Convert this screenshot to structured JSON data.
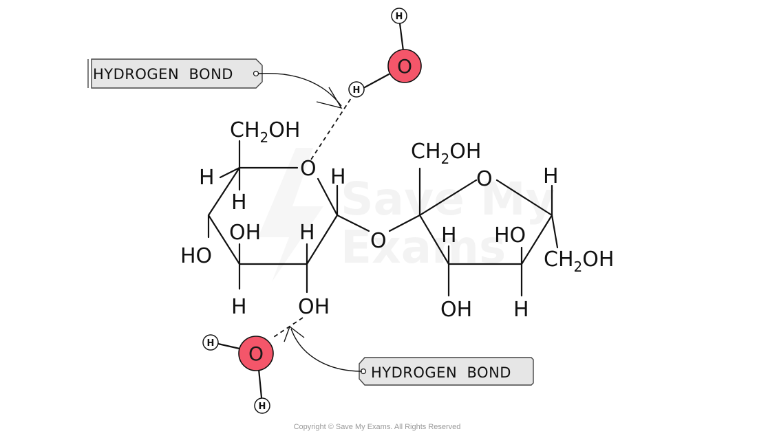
{
  "diagram": {
    "watermark_line1": "Save My",
    "watermark_line2": "Exams",
    "copyright": "Copyright © Save My Exams. All Rights Reserved",
    "colors": {
      "oxygen_fill": "#f4566a",
      "label_fill": "#e6e6e6",
      "line": "#111111"
    },
    "labels": {
      "hydrogen_bond_top": "HYDROGEN  BOND",
      "hydrogen_bond_bottom": "HYDROGEN  BOND"
    },
    "water_top": {
      "o": "O",
      "h1": "H",
      "h2": "H"
    },
    "water_bottom": {
      "o": "O",
      "h1": "H",
      "h2": "H"
    },
    "glucose": {
      "ch2oh_main": "CH",
      "ch2oh_sub": "2",
      "ch2oh_end": "OH",
      "ring_o": "O",
      "h_c5_left": "H",
      "h_c5_below": "H",
      "h_c1": "H",
      "ho_c4": "HO",
      "oh_c3": "OH",
      "h_c2": "H",
      "h_c4_below": "H",
      "oh_c2": "OH"
    },
    "glycosidic_o": "O",
    "fructose": {
      "ch2oh_top_main": "CH",
      "ch2oh_top_sub": "2",
      "ch2oh_top_end": "OH",
      "ring_o": "O",
      "h_c5_top": "H",
      "h_c3": "H",
      "ho_c4": "HO",
      "ch2oh_right_main": "CH",
      "ch2oh_right_sub": "2",
      "ch2oh_right_end": "OH",
      "oh_c3_below": "OH",
      "h_c4_below": "H"
    }
  }
}
